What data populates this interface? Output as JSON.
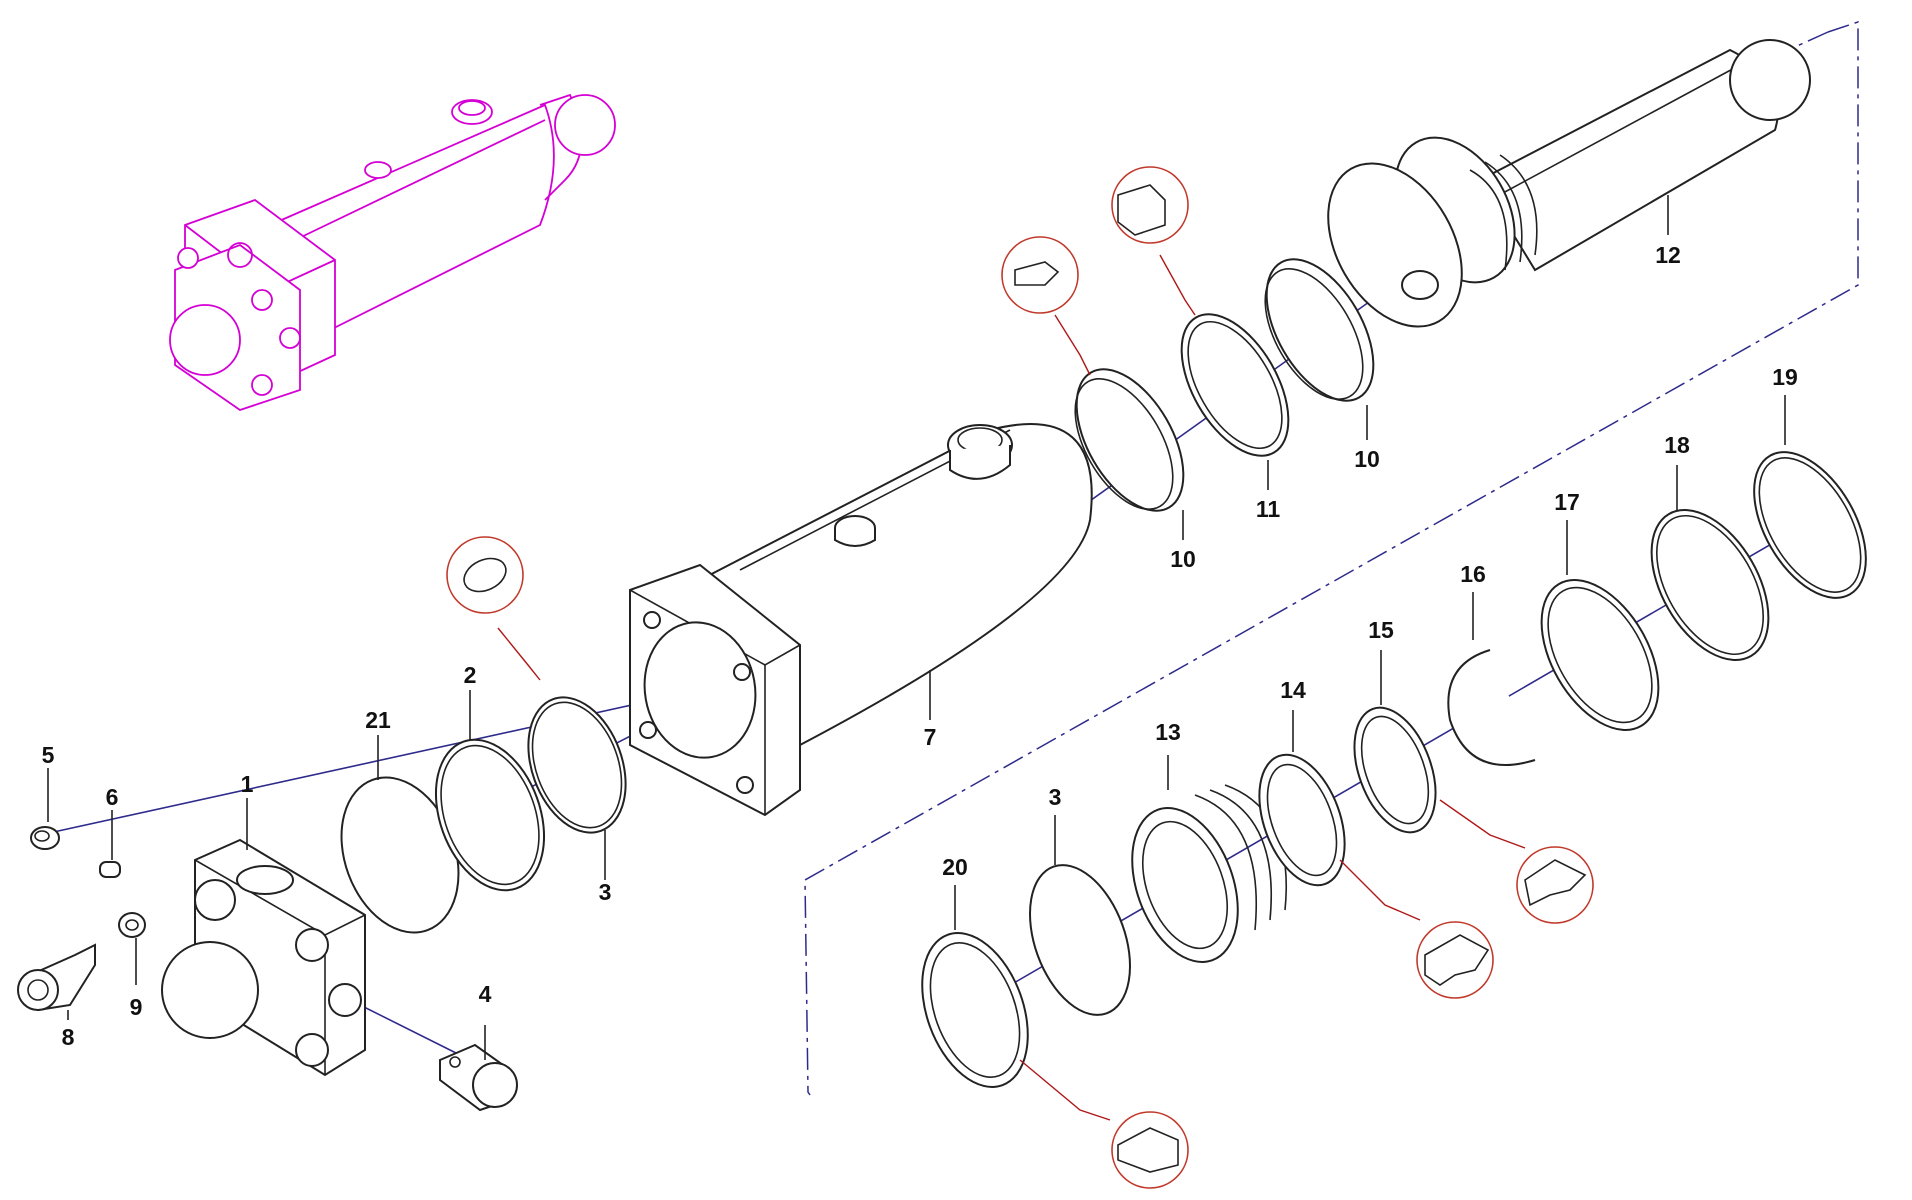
{
  "callouts": {
    "c1": "1",
    "c2": "2",
    "c3a": "3",
    "c3b": "3",
    "c4": "4",
    "c5": "5",
    "c6": "6",
    "c7": "7",
    "c8": "8",
    "c9": "9",
    "c10a": "10",
    "c10b": "10",
    "c11": "11",
    "c12": "12",
    "c13": "13",
    "c14": "14",
    "c15": "15",
    "c16": "16",
    "c17": "17",
    "c18": "18",
    "c19": "19",
    "c20": "20",
    "c21": "21"
  },
  "colors": {
    "assembly_preview": "#d400d4",
    "detail_circle": "#c0392b",
    "centerline": "#2e2a8c",
    "part_outline": "#222222"
  }
}
